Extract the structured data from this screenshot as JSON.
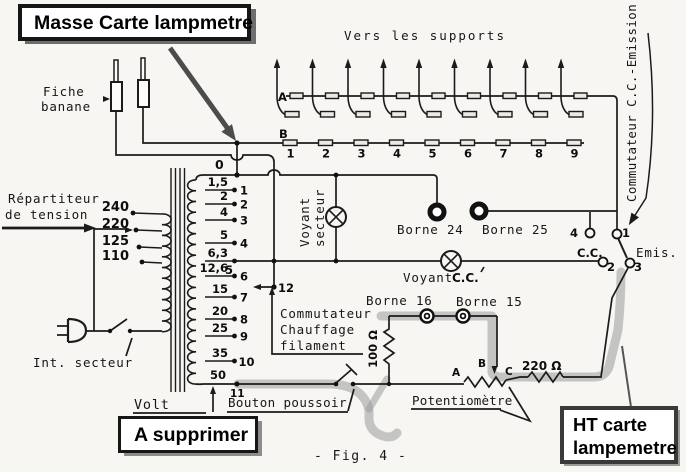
{
  "boxes": {
    "masse": "Masse Carte lampmetre",
    "supprimer": "A supprimer",
    "ht1": "HT carte",
    "ht2": "lampemetre"
  },
  "labels": {
    "vers_supports": "Vers les supports",
    "fiche1": "Fiche",
    "fiche2": "banane",
    "rep1": "Répartiteur",
    "rep2": "de tension",
    "int_secteur": "Int. secteur",
    "volt": "Volt",
    "bouton": "Bouton poussoir",
    "potentiometre": "Potentiomètre",
    "comm_cc": "Commutateur C.C.-Emission",
    "chauffage1": "Commutateur",
    "chauffage2": "Chauffage",
    "chauffage3": "filament",
    "voyant_sect1": "Voyant",
    "voyant_sect2": "secteur",
    "voyant_cc1": "Voyant",
    "voyant_cc2": "C.C.",
    "borne24": "Borne 24",
    "borne25": "Borne 25",
    "borne16": "Borne 16",
    "borne15": "Borne 15",
    "r100": "100 Ω",
    "r220": "220 Ω",
    "emis": "Emis.",
    "cc": "C.C.",
    "rowA": "A",
    "rowB": "B",
    "potA": "A",
    "potB": "B",
    "potC": "C",
    "fig": "- Fig. 4 -"
  },
  "transformer": {
    "top_tap": "0",
    "bottom_tap_v": "50",
    "bottom_tap_n": "11",
    "tap12": "12",
    "primary_taps": [
      "240",
      "220",
      "125",
      "110"
    ],
    "secondary_taps": [
      {
        "v": "1,5",
        "n": "1"
      },
      {
        "v": "2",
        "n": "2"
      },
      {
        "v": "4",
        "n": "3"
      },
      {
        "v": "5",
        "n": "4"
      },
      {
        "v": "6,3",
        "n": "5"
      },
      {
        "v": "12,6",
        "n": "6"
      },
      {
        "v": "15",
        "n": "7"
      },
      {
        "v": "20",
        "n": "8"
      },
      {
        "v": "25",
        "n": "9"
      },
      {
        "v": "35",
        "n": "10"
      }
    ]
  },
  "supports": {
    "numbers": [
      "1",
      "2",
      "3",
      "4",
      "5",
      "6",
      "7",
      "8",
      "9"
    ]
  },
  "contacts": {
    "c1": "1",
    "c2": "2",
    "c3": "3",
    "c4": "4"
  },
  "colors": {
    "paper": "#f7f6f3",
    "ink": "#1b1b1b",
    "highlight_marker": "#9a9a9a",
    "annotation_border": "#161616"
  }
}
